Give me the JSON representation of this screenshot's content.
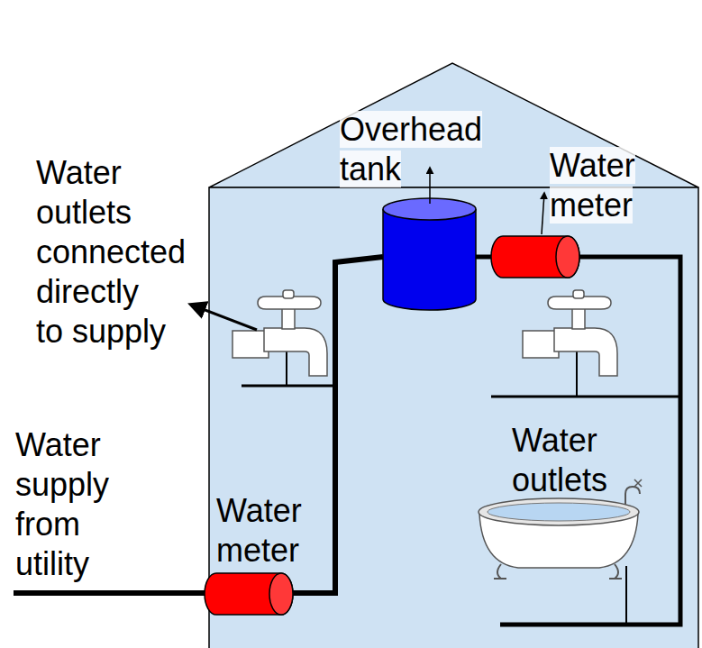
{
  "diagram": {
    "labels": [
      "Overhead tank",
      "Water meter",
      "Water outlets connected directly to supply",
      "Water outlets",
      "Water supply from utility",
      "Water meter"
    ]
  }
}
